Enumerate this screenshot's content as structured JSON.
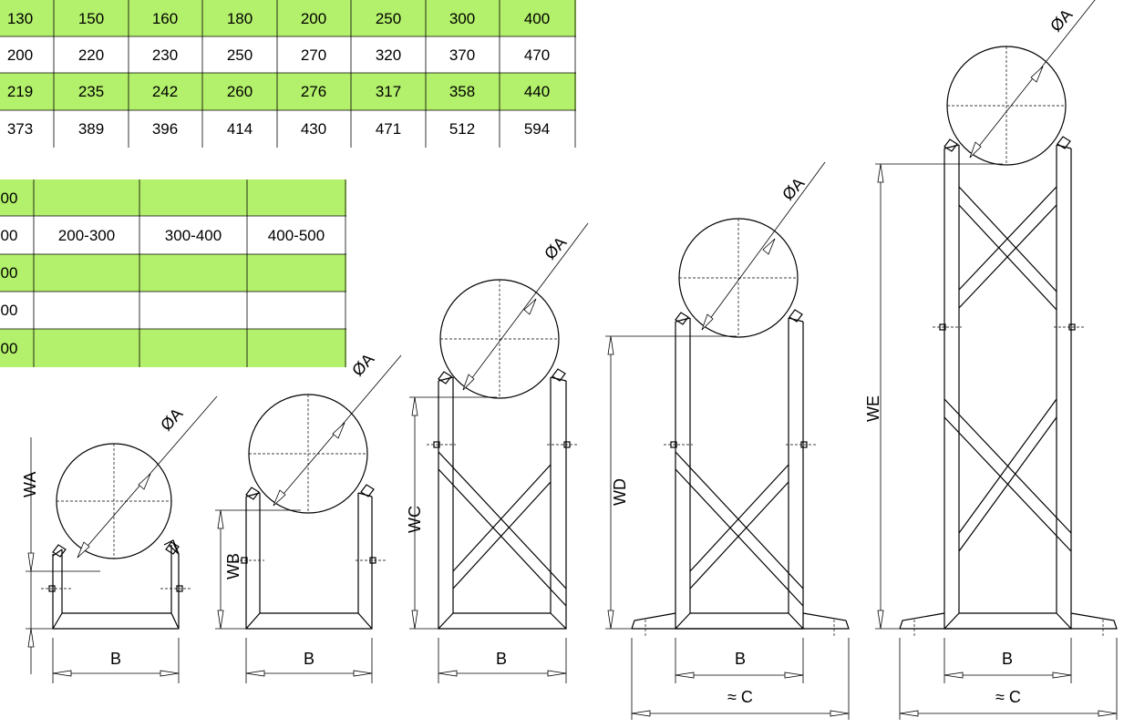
{
  "table1": {
    "rows": [
      [
        "130",
        "150",
        "160",
        "180",
        "200",
        "250",
        "300",
        "400"
      ],
      [
        "200",
        "220",
        "230",
        "250",
        "270",
        "320",
        "370",
        "470"
      ],
      [
        "219",
        "235",
        "242",
        "260",
        "276",
        "317",
        "358",
        "440"
      ],
      [
        "373",
        "389",
        "396",
        "414",
        "430",
        "471",
        "512",
        "594"
      ]
    ],
    "highlight_rows": [
      0,
      2
    ]
  },
  "table2": {
    "rows": [
      [
        "00",
        "",
        "",
        ""
      ],
      [
        "00",
        "200-300",
        "300-400",
        "400-500"
      ],
      [
        "00",
        "",
        "",
        ""
      ],
      [
        "00",
        "",
        "",
        ""
      ],
      [
        "00",
        "",
        "",
        ""
      ]
    ],
    "highlight_rows": [
      0,
      2,
      4
    ]
  },
  "labels": {
    "diameter": "ØA",
    "width": "B",
    "approx_base": "≈ C",
    "height_a": "WA",
    "height_b": "WB",
    "height_c": "WC",
    "height_d": "WD",
    "height_e": "WE"
  },
  "colors": {
    "highlight": "#b3f06b",
    "line": "#000000",
    "background": "#ffffff"
  }
}
